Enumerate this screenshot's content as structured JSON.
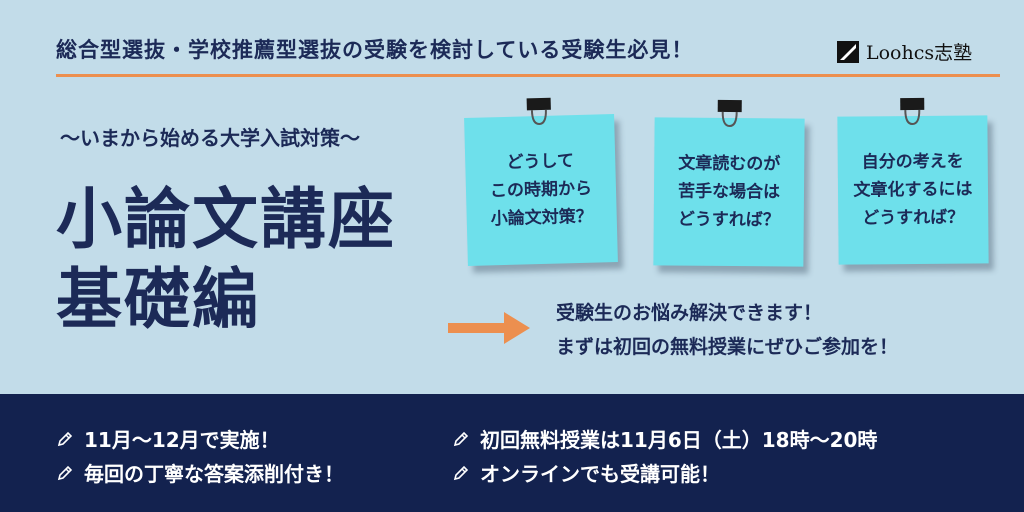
{
  "header": {
    "title": "総合型選抜・学校推薦型選抜の受験を検討している受験生必見！",
    "logo_text": "Loohcs志塾"
  },
  "hero": {
    "subtitle": "〜いまから始める大学入試対策〜",
    "title_line1": "小論文講座",
    "title_line2": "基礎編"
  },
  "notes": [
    {
      "text": "どうして\nこの時期から\n小論文対策？"
    },
    {
      "text": "文章読むのが\n苦手な場合は\nどうすれば？"
    },
    {
      "text": "自分の考えを\n文章化するには\nどうすれば？"
    }
  ],
  "message": {
    "line1": "受験生のお悩み解決できます！",
    "line2": "まずは初回の無料授業にぜひご参加を！"
  },
  "info": [
    {
      "text": "11月〜12月で実施！"
    },
    {
      "text": "毎回の丁寧な答案添削付き！"
    },
    {
      "text": "初回無料授業は11月6日（土）18時〜20時"
    },
    {
      "text": "オンラインでも受講可能！"
    }
  ],
  "colors": {
    "background": "#c2dce9",
    "navy": "#1c2a57",
    "bottom_band": "#13224f",
    "accent_orange": "#ec8f4f",
    "sticky_note": "#6ee0eb"
  },
  "icons": {
    "logo": "loohcs-logo-icon",
    "clip": "binder-clip-icon",
    "arrow": "arrow-right-icon",
    "bullet": "pencil-icon"
  }
}
